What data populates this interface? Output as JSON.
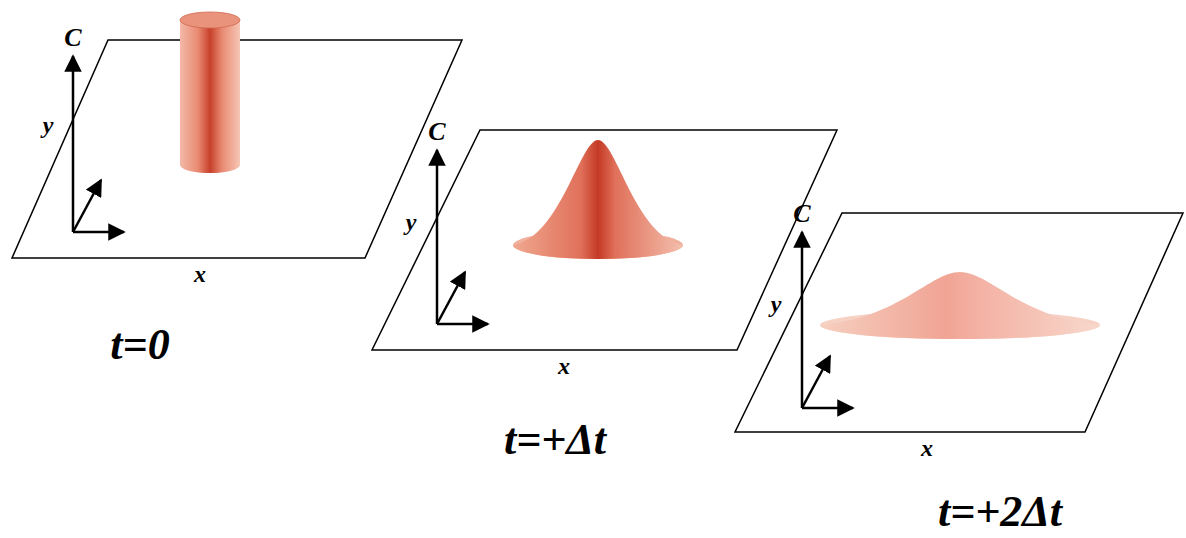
{
  "diagram": {
    "labels": [
      "C",
      "y",
      "x",
      "t=0",
      "C",
      "y",
      "x",
      "t=+Δt",
      "C",
      "y",
      "x",
      "t=+2Δt"
    ]
  }
}
